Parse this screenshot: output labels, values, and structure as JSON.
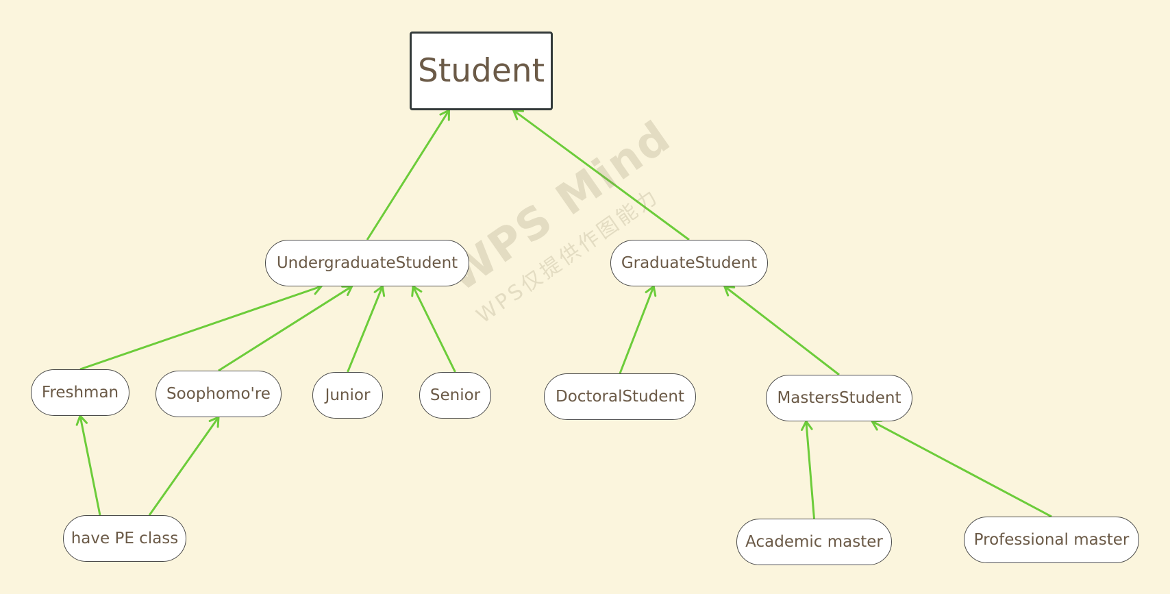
{
  "colors": {
    "background": "#fbf5dd",
    "connector": "#6ccc3a",
    "node_border": "#4a4a4a",
    "node_text": "#6b5a47"
  },
  "nodes": {
    "student": "Student",
    "undergraduate": "UndergraduateStudent",
    "graduate": "GraduateStudent",
    "freshman": "Freshman",
    "sophomore": "Soophomo're",
    "junior": "Junior",
    "senior": "Senior",
    "doctoral": "DoctoralStudent",
    "masters": "MastersStudent",
    "pe_class": "have PE class",
    "academic_master": "Academic master",
    "professional_master": "Professional master"
  },
  "edges": [
    {
      "from": "undergraduate",
      "to": "student"
    },
    {
      "from": "graduate",
      "to": "student"
    },
    {
      "from": "freshman",
      "to": "undergraduate"
    },
    {
      "from": "sophomore",
      "to": "undergraduate"
    },
    {
      "from": "junior",
      "to": "undergraduate"
    },
    {
      "from": "senior",
      "to": "undergraduate"
    },
    {
      "from": "doctoral",
      "to": "graduate"
    },
    {
      "from": "masters",
      "to": "graduate"
    },
    {
      "from": "pe_class",
      "to": "freshman"
    },
    {
      "from": "pe_class",
      "to": "sophomore"
    },
    {
      "from": "academic_master",
      "to": "masters"
    },
    {
      "from": "professional_master",
      "to": "masters"
    }
  ],
  "watermark": {
    "title": "WPS Mind",
    "subtitle": "WPS仅提供作图能力"
  }
}
